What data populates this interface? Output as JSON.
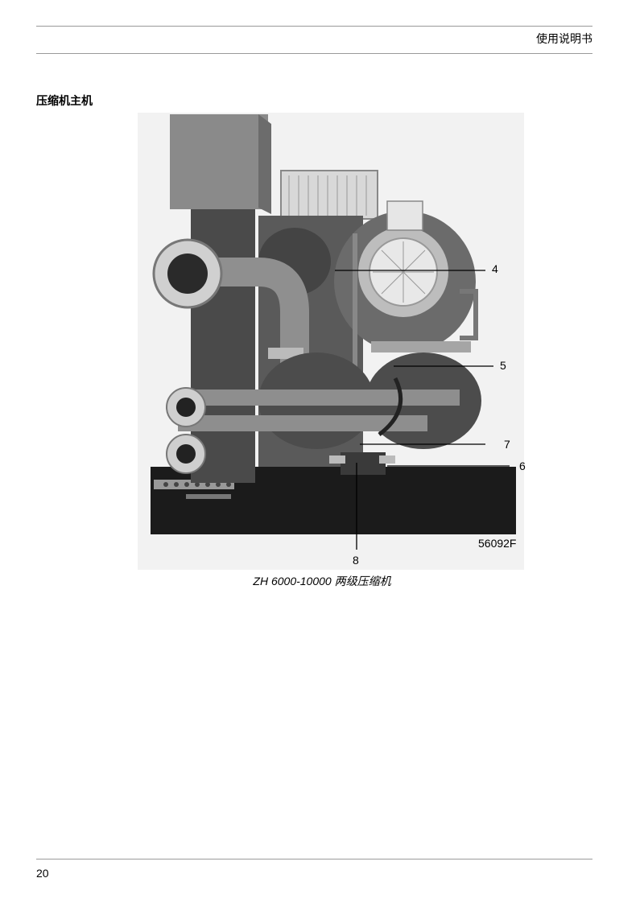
{
  "header": {
    "title": "使用说明书"
  },
  "section": {
    "title": "压缩机主机"
  },
  "figure": {
    "code": "56092F",
    "caption": "ZH 6000-10000 两级压缩机",
    "callouts": [
      "4",
      "5",
      "7",
      "6",
      "8"
    ]
  },
  "footer": {
    "page_number": "20"
  }
}
